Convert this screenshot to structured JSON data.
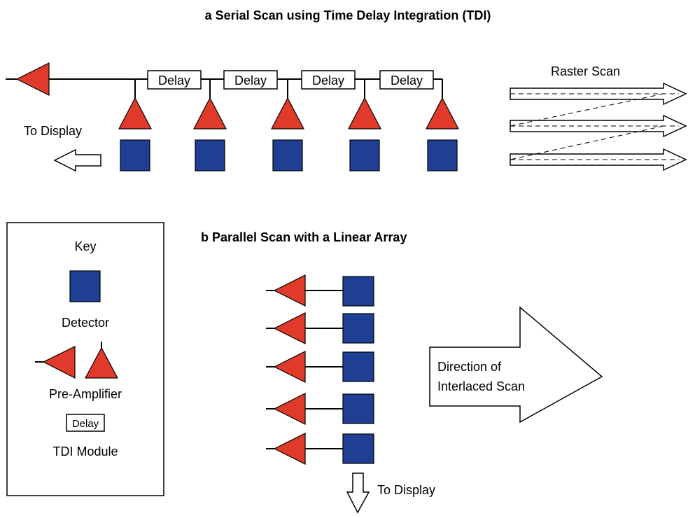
{
  "panel_a": {
    "title": "a  Serial Scan using Time Delay Integration (TDI)",
    "delay_labels": [
      "Delay",
      "Delay",
      "Delay",
      "Delay"
    ],
    "to_display": "To Display",
    "raster_scan": "Raster Scan"
  },
  "panel_b": {
    "title": "b  Parallel Scan with a Linear Array",
    "direction_line1": "Direction of",
    "direction_line2": "Interlaced Scan",
    "to_display": "To Display"
  },
  "key": {
    "title": "Key",
    "detector": "Detector",
    "pre_amplifier": "Pre-Amplifier",
    "delay_sample": "Delay",
    "tdi_module": "TDI Module"
  },
  "colors": {
    "detector": "#1f3f94",
    "amplifier": "#e03a2a",
    "line": "#000000"
  }
}
